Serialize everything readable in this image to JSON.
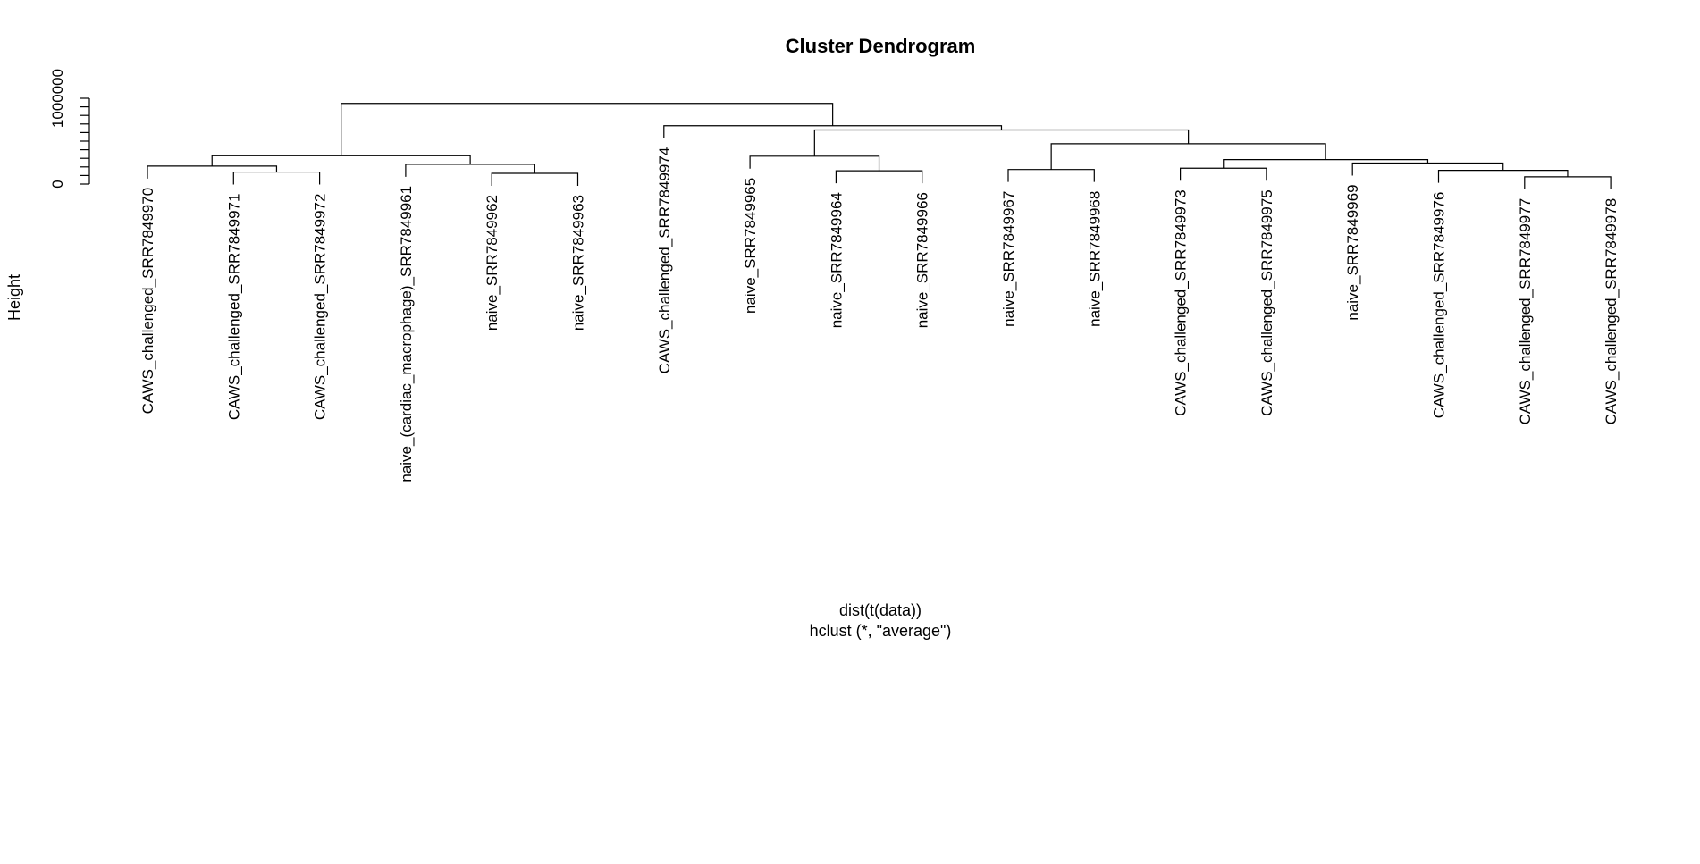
{
  "chart_data": {
    "type": "dendrogram",
    "title": "Cluster Dendrogram",
    "ylabel": "Height",
    "xlabel": "dist(t(data))",
    "sublabel": "hclust (*, \"average\")",
    "y_ticks": [
      0,
      1000000
    ],
    "y_tick_labels": [
      "0",
      "1000000"
    ],
    "leaves": [
      "CAWS_challenged_SRR7849970",
      "CAWS_challenged_SRR7849971",
      "CAWS_challenged_SRR7849972",
      "naive_(cardiac_macrophage)_SRR7849961",
      "naive_SRR7849962",
      "naive_SRR7849963",
      "CAWS_challenged_SRR7849974",
      "naive_SRR7849965",
      "naive_SRR7849964",
      "naive_SRR7849966",
      "naive_SRR7849967",
      "naive_SRR7849968",
      "CAWS_challenged_SRR7849973",
      "CAWS_challenged_SRR7849975",
      "naive_SRR7849969",
      "CAWS_challenged_SRR7849976",
      "CAWS_challenged_SRR7849977",
      "CAWS_challenged_SRR7849978"
    ],
    "merges": [
      {
        "a": "L1",
        "b": "L2",
        "height": 140000
      },
      {
        "a": "L0",
        "b": "N0",
        "height": 210000
      },
      {
        "a": "L4",
        "b": "L5",
        "height": 125000
      },
      {
        "a": "L3",
        "b": "N2",
        "height": 230000
      },
      {
        "a": "N1",
        "b": "N3",
        "height": 330000
      },
      {
        "a": "L8",
        "b": "L9",
        "height": 155000
      },
      {
        "a": "L7",
        "b": "N5",
        "height": 325000
      },
      {
        "a": "L10",
        "b": "L11",
        "height": 170000
      },
      {
        "a": "L12",
        "b": "L13",
        "height": 185000
      },
      {
        "a": "L16",
        "b": "L17",
        "height": 85000
      },
      {
        "a": "L15",
        "b": "N9",
        "height": 160000
      },
      {
        "a": "L14",
        "b": "N10",
        "height": 245000
      },
      {
        "a": "N8",
        "b": "N11",
        "height": 285000
      },
      {
        "a": "N7",
        "b": "N12",
        "height": 470000
      },
      {
        "a": "N6",
        "b": "N13",
        "height": 630000
      },
      {
        "a": "L6",
        "b": "N14",
        "height": 680000
      },
      {
        "a": "N4",
        "b": "N15",
        "height": 940000
      }
    ]
  }
}
